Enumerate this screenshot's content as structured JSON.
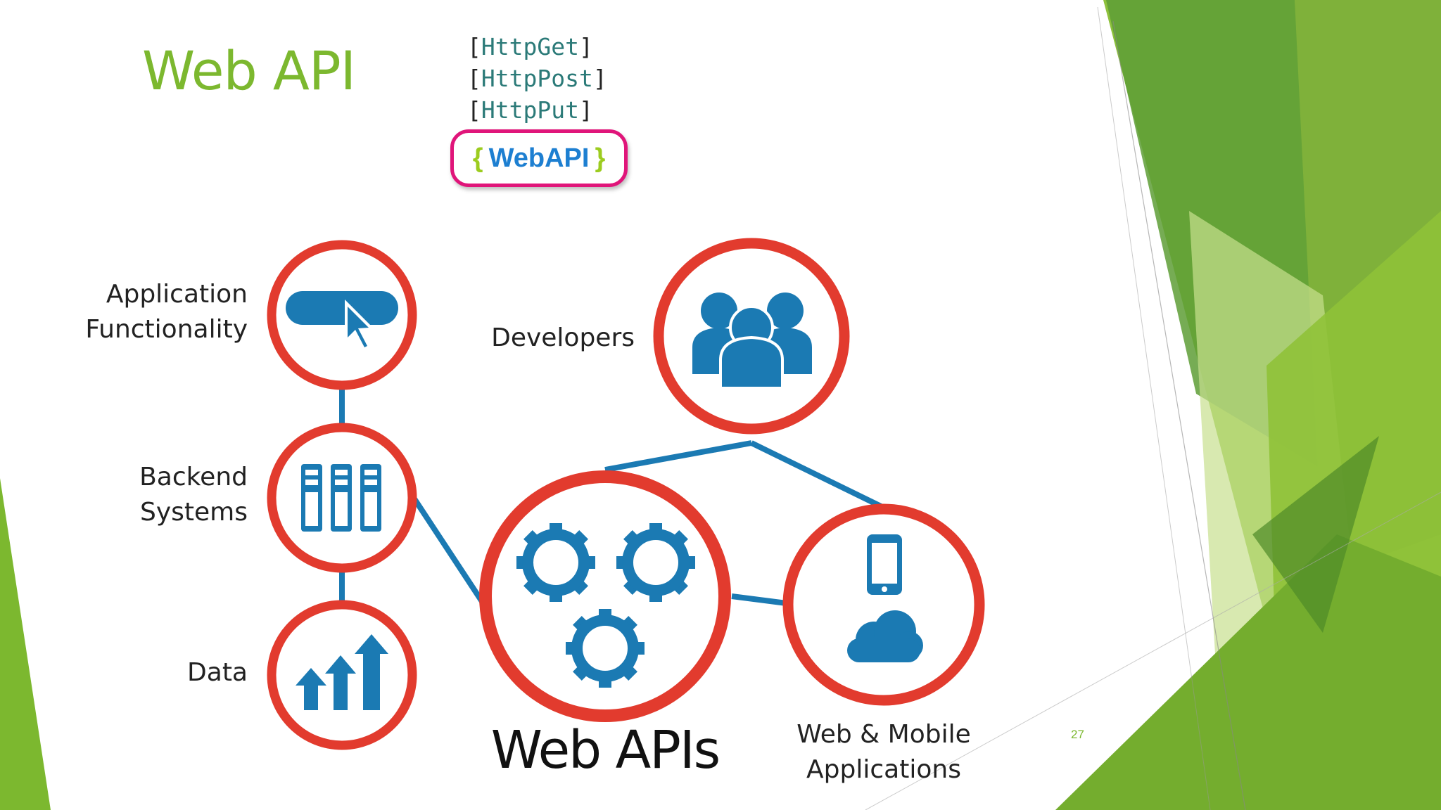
{
  "slide": {
    "title": "Web API",
    "page_number": "27",
    "accent_color": "#7cb82f"
  },
  "code": {
    "lines": [
      "HttpGet",
      "HttpPost",
      "HttpPut"
    ]
  },
  "badge": {
    "open": "{",
    "text": "WebAPI",
    "close": "}"
  },
  "diagram": {
    "nodes": {
      "application": {
        "label_line1": "Application",
        "label_line2": "Functionality",
        "icon": "cursor-on-bar-icon"
      },
      "backend": {
        "label_line1": "Backend",
        "label_line2": "Systems",
        "icon": "server-rack-icon"
      },
      "data": {
        "label": "Data",
        "icon": "rising-arrows-icon"
      },
      "developers": {
        "label": "Developers",
        "icon": "user-group-icon"
      },
      "webapis": {
        "label": "Web APIs",
        "icon": "gears-icon"
      },
      "apps": {
        "label_line1": "Web & Mobile",
        "label_line2": "Applications",
        "icon": "phone-cloud-icon"
      }
    },
    "colors": {
      "ring": "#e23b2e",
      "icon": "#1b7ab3",
      "link": "#1b7ab3"
    }
  }
}
